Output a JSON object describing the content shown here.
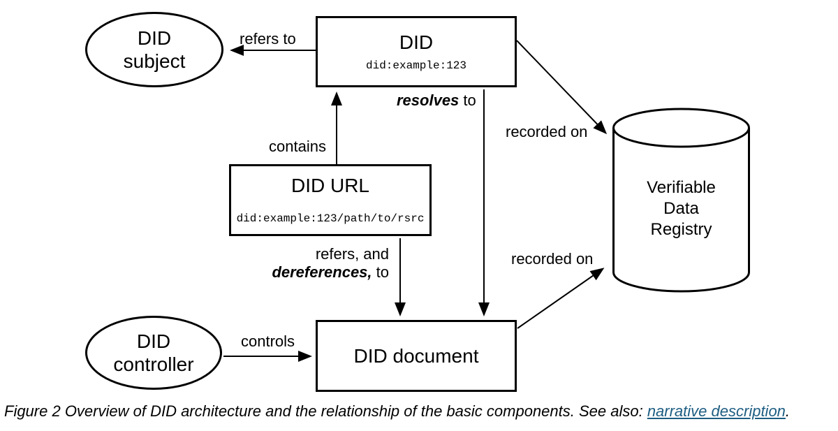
{
  "diagram": {
    "nodes": {
      "did_subject": {
        "line1": "DID",
        "line2": "subject"
      },
      "did": {
        "title": "DID",
        "example": "did:example:123"
      },
      "did_url": {
        "title": "DID URL",
        "example": "did:example:123/path/to/rsrc"
      },
      "did_document": {
        "title": "DID document"
      },
      "did_controller": {
        "line1": "DID",
        "line2": "controller"
      },
      "registry": {
        "line1": "Verifiable",
        "line2": "Data",
        "line3": "Registry"
      }
    },
    "labels": {
      "refers_to": "refers to",
      "contains": "contains",
      "resolves": {
        "emphasis": "resolves",
        "rest": " to"
      },
      "recorded_on_top": "recorded on",
      "recorded_on_bottom": "recorded on",
      "refers_dereferences": {
        "line1": "refers, and",
        "emphasis": "dereferences,",
        "rest": " to"
      },
      "controls": "controls"
    },
    "colors": {
      "stroke": "#000000",
      "background": "#ffffff"
    }
  },
  "caption": {
    "prefix": "Figure 2 Overview of DID architecture and the relationship of the basic components. See also: ",
    "link": "narrative description",
    "suffix": ".",
    "link_color": "#1d5d82"
  }
}
